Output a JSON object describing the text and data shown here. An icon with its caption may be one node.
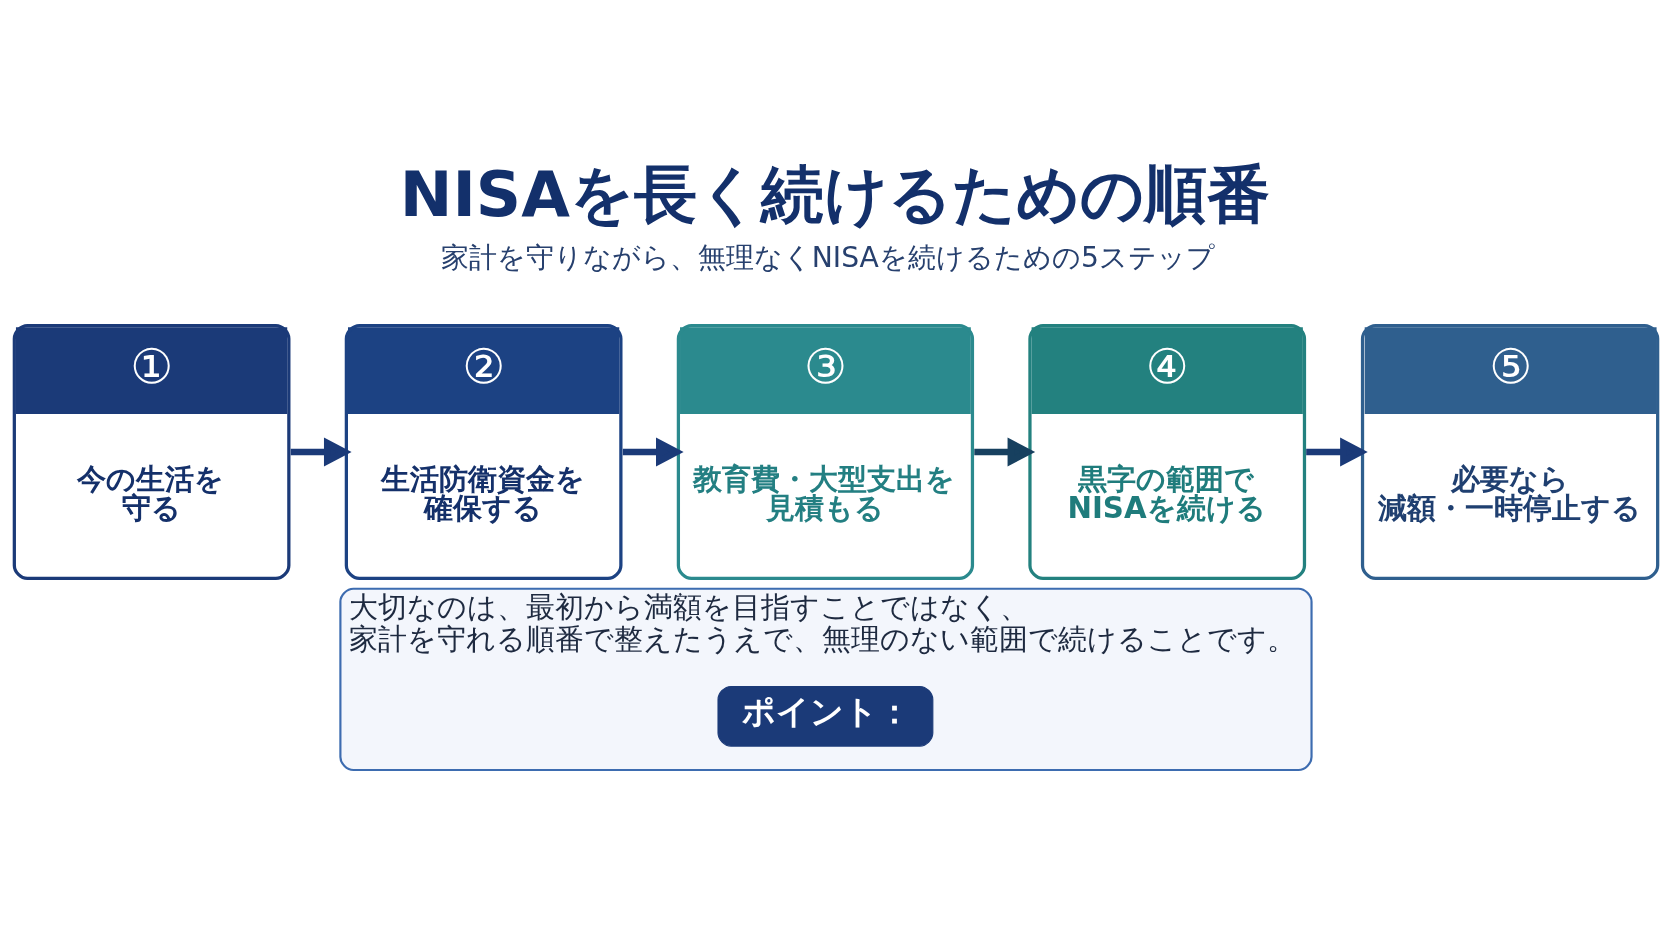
{
  "diagram": {
    "title": "NISAを長く続けるための順番",
    "nodes": [
      {
        "text": [
          "①",
          "今の生活を守る"
        ]
      },
      {
        "text": [
          "②",
          "生活防衛資金を確保する"
        ]
      },
      {
        "text": [
          "③",
          "教育費・大型支出を見積もる"
        ]
      },
      {
        "text": [
          "④",
          "黒字の範囲でNISAを続ける"
        ]
      },
      {
        "text": [
          "⑤",
          "必要なら減額・一時停止する"
        ]
      },
      {
        "text": [
          "大切なのは、最初から満額を目指すことではなく、家計を守れる順番で整えたうえで、無理のない範囲で続けることです。"
        ]
      },
      {
        "text": [
          "ポイント："
        ],
        "in": 5
      }
    ],
    "edges": [
      {
        "from": 0,
        "to": 1,
        "arrow": "to"
      },
      {
        "from": 1,
        "to": 2,
        "arrow": "to"
      },
      {
        "from": 2,
        "to": 3,
        "arrow": "to",
        "color": "#17405f"
      },
      {
        "from": 3,
        "to": 4,
        "arrow": "to"
      }
    ],
    "labels": [
      "家計を守りながら、無理なくNISAを続けるための5ステップ"
    ]
  }
}
